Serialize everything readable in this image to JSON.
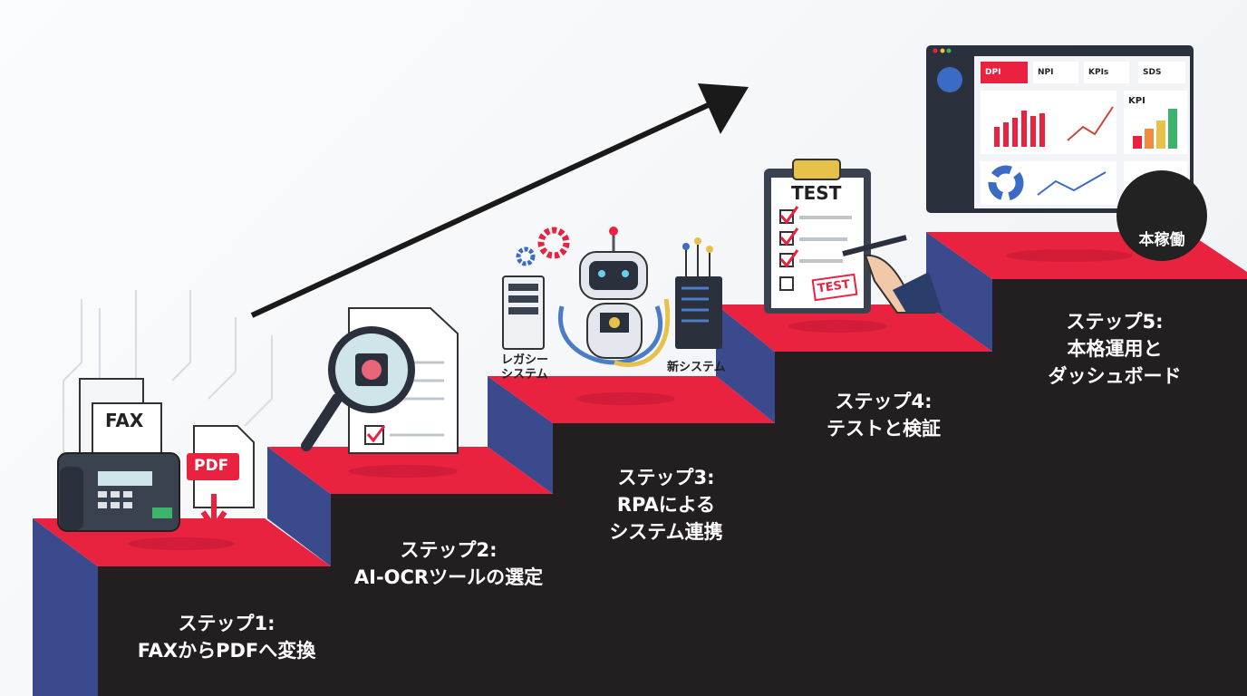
{
  "steps": [
    {
      "title": "ステップ1:",
      "subtitle": "FAXからPDFへ変換"
    },
    {
      "title": "ステップ2:",
      "subtitle": "AI-OCRツールの選定"
    },
    {
      "title": "ステップ3:",
      "subtitle": "RPAによる",
      "subtitle2": "システム連携"
    },
    {
      "title": "ステップ4:",
      "subtitle": "テストと検証"
    },
    {
      "title": "ステップ5:",
      "subtitle": "本格運用と",
      "subtitle2": "ダッシュボード"
    }
  ],
  "icons": {
    "fax_label": "FAX",
    "pdf_label": "PDF",
    "legacy_system_line1": "レガシー",
    "legacy_system_line2": "システム",
    "new_system": "新システム",
    "test_title": "TEST",
    "test_stamp": "TEST",
    "go_live_badge": "本稼働",
    "dashboard_cards": [
      "DPI",
      "NPI",
      "KPIs",
      "SDS"
    ],
    "dashboard_kpi": "KPI"
  },
  "colors": {
    "step_top": "#e8223f",
    "step_side": "#3b4a8c",
    "step_front": "#231f20",
    "arrow": "#1a1a1a"
  }
}
